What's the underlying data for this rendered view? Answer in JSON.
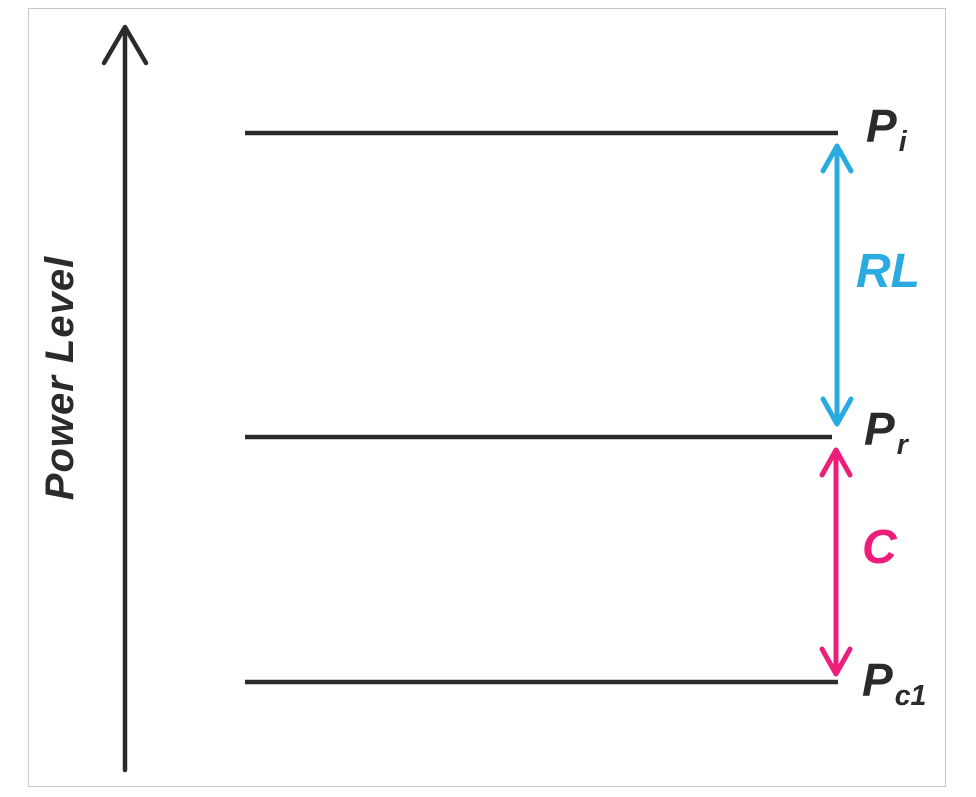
{
  "figure": {
    "axis_label": "Power Level",
    "levels": [
      {
        "name": "incident-power",
        "label_main": "P",
        "label_sub": "i"
      },
      {
        "name": "reflected-power",
        "label_main": "P",
        "label_sub": "r"
      },
      {
        "name": "coupled-power",
        "label_main": "P",
        "label_sub": "c1"
      }
    ],
    "spans": [
      {
        "name": "return-loss",
        "label": "RL",
        "color": "#29ABE2",
        "from": "Pi",
        "to": "Pr"
      },
      {
        "name": "coupling",
        "label": "C",
        "color": "#EC1E79",
        "from": "Pr",
        "to": "Pc1"
      }
    ],
    "colors": {
      "ink": "#2b2b2b",
      "return_loss": "#29ABE2",
      "coupling": "#EC1E79",
      "frame_border": "#c8c8c8",
      "background": "#ffffff"
    }
  }
}
